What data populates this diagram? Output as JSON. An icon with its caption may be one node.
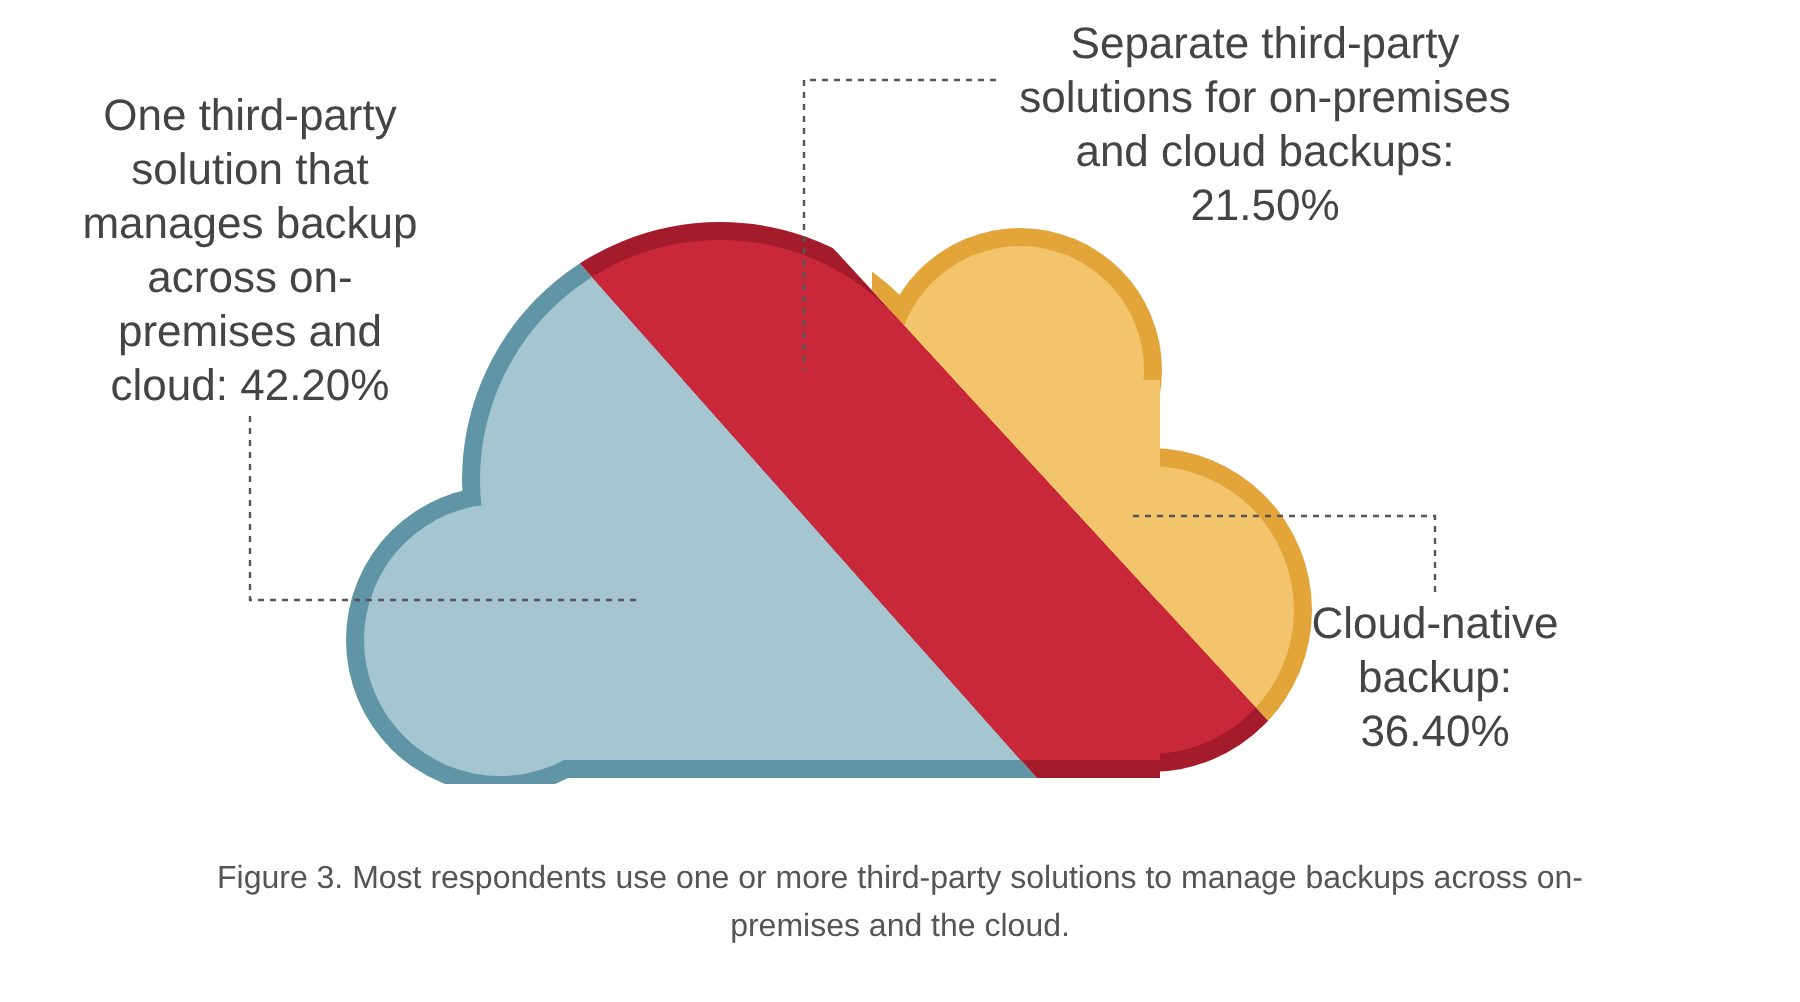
{
  "diagram": {
    "caption": "Figure 3. Most respondents use one or more third-party solutions to manage backups across on-premises and the cloud.",
    "nodes": [
      {
        "text": [
          "One third-party solution that manages backup across on-premises and cloud: 42.20%"
        ]
      },
      {
        "text": [
          "Separate third-party solutions for on-premises and cloud backups: 21.50%"
        ]
      },
      {
        "text": [
          "Cloud-native backup: 36.40%"
        ]
      },
      {
        "text": [],
        "shape": "cloud"
      },
      {
        "text": [],
        "shape": "cloud"
      },
      {
        "text": [],
        "shape": "cloud"
      }
    ],
    "edges": [
      {
        "from": 0,
        "to": 3,
        "arrow": "none",
        "style": "dashed"
      },
      {
        "from": 1,
        "to": 4,
        "arrow": "none",
        "style": "dashed"
      },
      {
        "from": 2,
        "to": 5,
        "arrow": "none",
        "style": "dashed"
      }
    ]
  }
}
